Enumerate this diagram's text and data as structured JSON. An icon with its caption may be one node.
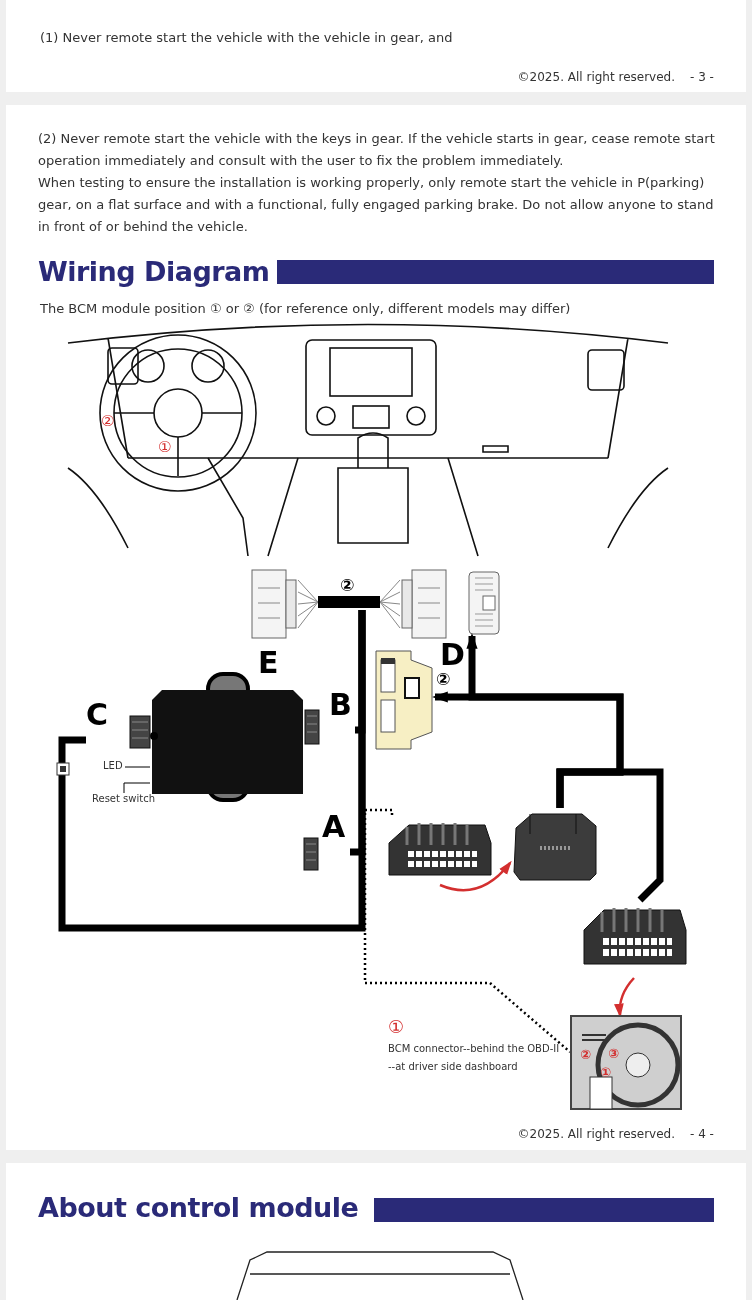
{
  "diagram": {
    "title": "Wiring Diagram",
    "nodes": [
      {
        "text": [],
        "shape": "box"
      },
      {
        "text": [
          "C"
        ]
      },
      {
        "text": [
          "B"
        ]
      },
      {
        "text": [
          "A"
        ]
      },
      {
        "text": [
          "②"
        ]
      },
      {
        "text": [],
        "shape": "picture"
      },
      {
        "text": [],
        "shape": "picture"
      },
      {
        "text": [],
        "shape": "picture"
      },
      {
        "text": [],
        "shape": "picture",
        "beside": [
          "②"
        ]
      },
      {
        "text": [],
        "shape": "picture"
      },
      {
        "text": [],
        "shape": "picture"
      },
      {
        "text": [],
        "shape": "picture"
      },
      {
        "text": [],
        "shape": "picture"
      },
      {
        "text": [
          "①",
          "BCM connector--behind the OBD-II --at driver side dashboard"
        ]
      },
      {
        "text": [
          "LED"
        ]
      },
      {
        "text": [
          "Reset switch"
        ]
      },
      {
        "text": [],
        "shape": "picture"
      },
      {
        "text": [],
        "shape": "picture",
        "beside": [
          "The BCM module position ① or ② (for reference only, different models may differ)"
        ]
      }
    ],
    "edges": [
      {
        "from": 1,
        "to": 4,
        "arrow": "none",
        "style": "thick"
      },
      {
        "from": 2,
        "to": 4,
        "arrow": "none",
        "style": "thick"
      },
      {
        "from": 3,
        "to": 4,
        "arrow": "none",
        "style": "thick"
      },
      {
        "from": 4,
        "to": 5,
        "arrow": "none",
        "color": "#888888"
      },
      {
        "from": 4,
        "to": 6,
        "arrow": "none",
        "color": "#888888"
      },
      {
        "from": 9,
        "to": 8,
        "arrow": "to",
        "style": "thick"
      },
      {
        "from": 9,
        "to": 7,
        "arrow": "to",
        "style": "thick",
        "label": "D"
      },
      {
        "from": 11,
        "to": 9,
        "arrow": "none",
        "style": "thick"
      },
      {
        "from": 10,
        "to": 9,
        "arrow": "to",
        "color": "#d32f2f"
      },
      {
        "from": 11,
        "to": 12,
        "arrow": "to",
        "color": "#d32f2f"
      },
      {
        "from": 10,
        "to": 12,
        "arrow": "none",
        "style": "dashed"
      },
      {
        "from": 14,
        "to": 0,
        "arrow": "none"
      },
      {
        "from": 15,
        "to": 0,
        "arrow": "none"
      }
    ],
    "labels": [
      "(1) Never remote start the vehicle with the vehicle in gear, and",
      "©2025. All right reserved.",
      "- 3 -",
      "(2) Never remote start the vehicle with the keys in gear. If the vehicle starts in gear, cease remote start operation immediately and consult with the user to fix the problem immediately.",
      "When testing to ensure the installation is working properly, only remote start the vehicle in P(parking) gear, on a flat surface and with a functional, fully engaged parking brake. Do not allow anyone to stand in front of or behind the vehicle.",
      "②",
      "①",
      "E",
      "②",
      "③",
      "①",
      "©2025. All right reserved.",
      "- 4 -",
      "About control module"
    ]
  }
}
